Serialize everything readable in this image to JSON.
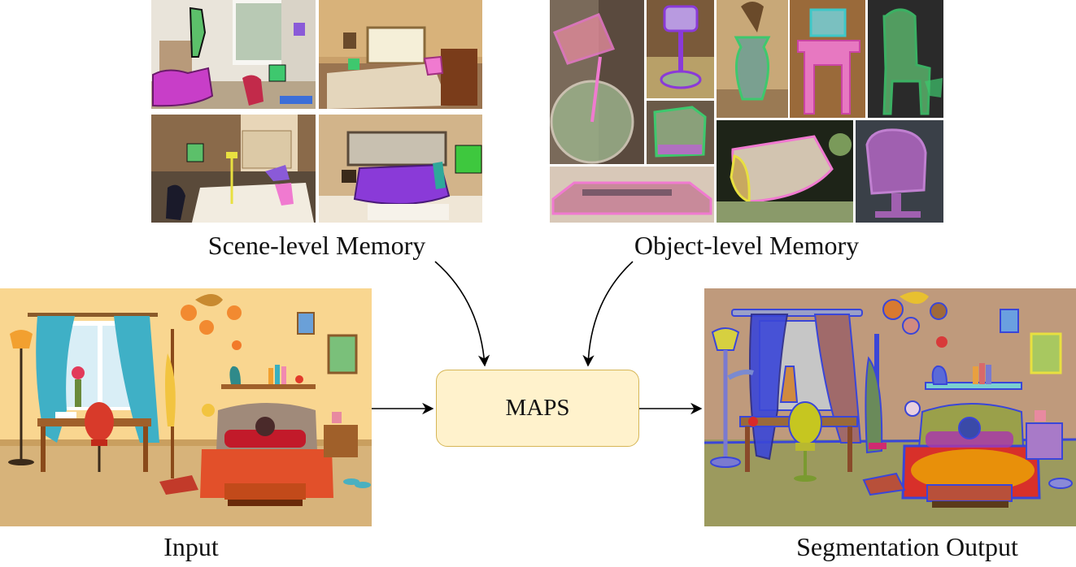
{
  "captions": {
    "scene_memory": "Scene-level Memory",
    "object_memory": "Object-level Memory",
    "input": "Input",
    "output": "Segmentation Output"
  },
  "process": {
    "label": "MAPS"
  },
  "colors": {
    "box_fill": "#fff2cc",
    "box_border": "#d6b656",
    "arrow": "#000000",
    "mask_magenta": "#c83ec8",
    "mask_purple": "#8a3ad8",
    "mask_green": "#3ec86e",
    "mask_pink": "#f07ad0",
    "mask_blue": "#3a46d8",
    "mask_teal": "#2fa89a",
    "mask_yellow": "#e8e040",
    "mask_red": "#d82a2a"
  }
}
